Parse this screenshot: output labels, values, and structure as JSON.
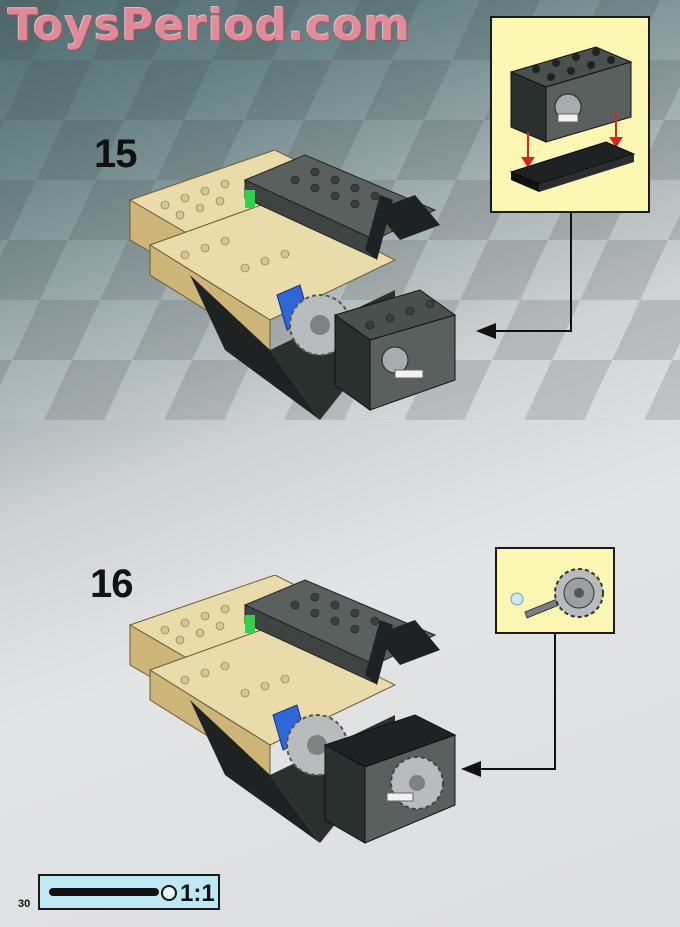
{
  "watermark": {
    "text": "ToysPeriod.com"
  },
  "steps": [
    {
      "number": "15"
    },
    {
      "number": "16"
    }
  ],
  "scale_bar": {
    "ratio": "1:1"
  },
  "page_number": "30",
  "colors": {
    "callout_bg": "#fcf7b3",
    "scale_bar_bg": "#bfe8f5",
    "brick_tan": "#e3cc8e",
    "brick_dark_gray": "#4a504e",
    "brick_black": "#1e2222",
    "brick_blue": "#2f66d8",
    "brick_green": "#2fd04a",
    "gear_light_gray": "#b8bcbc",
    "arrow_red": "#e02020"
  },
  "icons": [
    "motor-brick-icon",
    "black-plate-icon",
    "axle-icon",
    "gear-icon",
    "bushing-icon",
    "pointer-arrow-icon"
  ]
}
